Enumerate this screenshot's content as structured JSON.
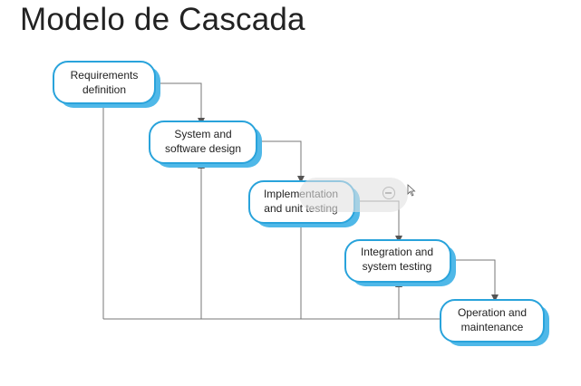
{
  "slide": {
    "title": "Modelo de Cascada"
  },
  "stages": [
    {
      "id": "requirements",
      "lines": [
        "Requirements",
        "definition"
      ]
    },
    {
      "id": "design",
      "lines": [
        "System and",
        "software design"
      ]
    },
    {
      "id": "implementation",
      "lines": [
        "Implementation",
        "and unit testing"
      ]
    },
    {
      "id": "integration",
      "lines": [
        "Integration and",
        "system testing"
      ]
    },
    {
      "id": "operation",
      "lines": [
        "Operation and",
        "maintenance"
      ]
    }
  ],
  "colors": {
    "box_border": "#29a3db",
    "box_shadow": "#4fb8e8",
    "line": "#777777"
  },
  "overlay": {
    "zoom_icon": "zoom-out-icon",
    "cursor_icon": "mouse-pointer-icon"
  }
}
